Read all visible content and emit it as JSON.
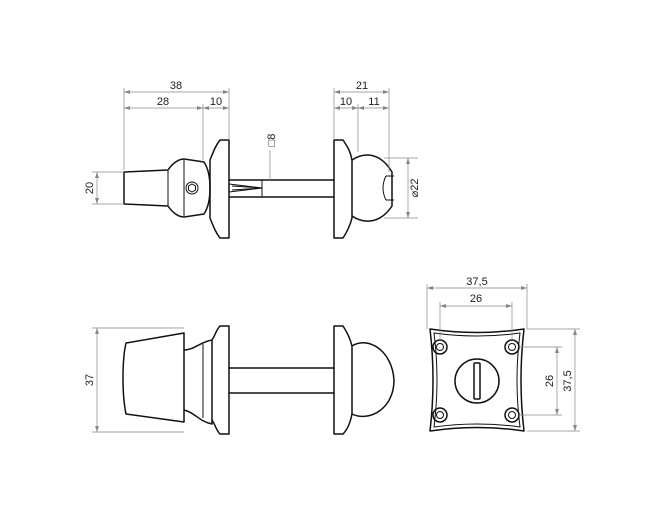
{
  "top_view": {
    "knob_total": "38",
    "knob_body": "28",
    "knob_flange": "10",
    "spindle_square": "□8",
    "knob_height": "20",
    "release_total": "21",
    "release_flange": "10",
    "release_head": "11",
    "release_diameter": "⌀22"
  },
  "side_view": {
    "overall_height": "37"
  },
  "rose_view": {
    "width_outer": "37,5",
    "width_holes": "26",
    "height_holes": "26",
    "height_outer": "37,5"
  },
  "colors": {
    "line": "#111111",
    "dimension": "#888888"
  }
}
